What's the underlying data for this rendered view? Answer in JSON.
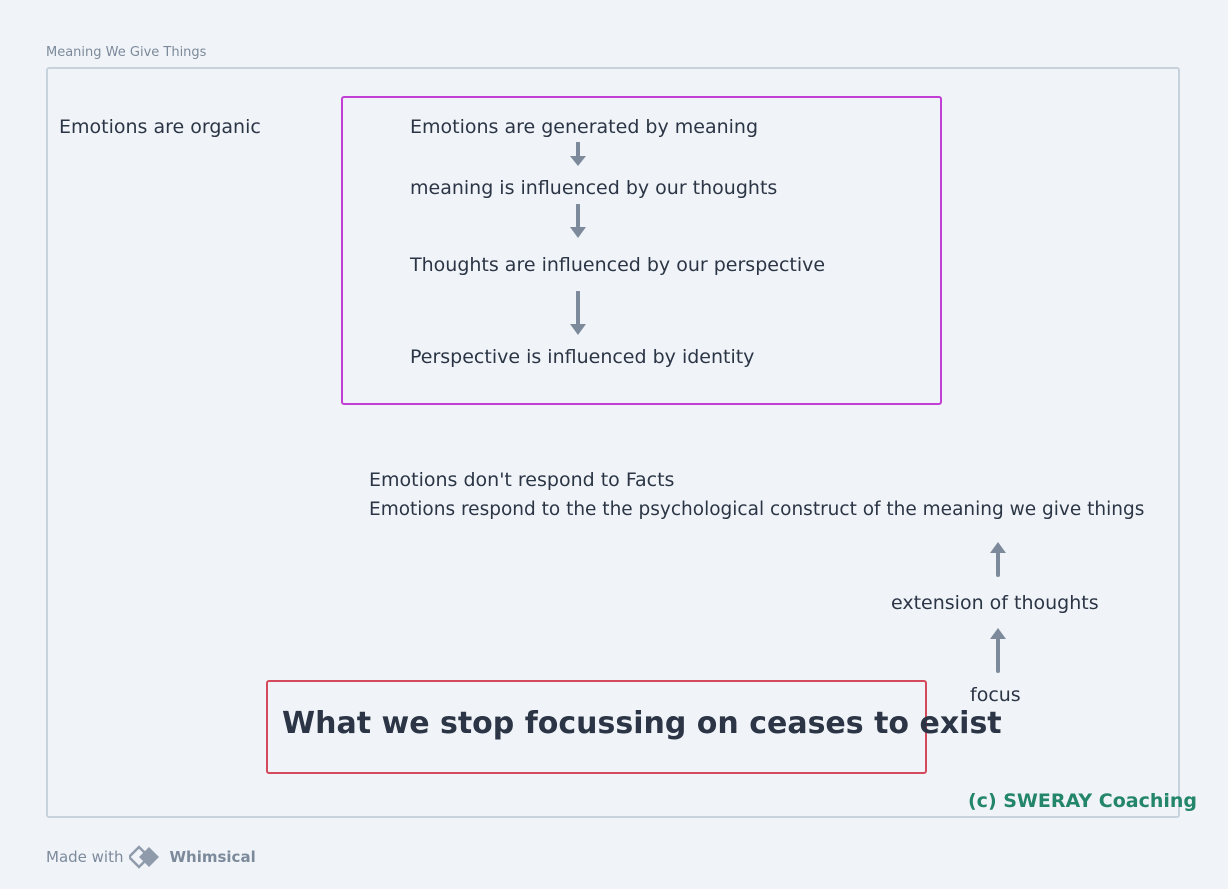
{
  "board": {
    "title": "Meaning We Give Things"
  },
  "diagram": {
    "side_label": "Emotions are organic",
    "chain": [
      "Emotions are generated by meaning",
      "meaning is influenced by our thoughts",
      "Thoughts are influenced by our perspective",
      "Perspective is influenced by identity"
    ],
    "facts_line_1": "Emotions don't respond to Facts",
    "facts_line_2": "Emotions respond to the the psychological construct of the meaning we give things",
    "upward_chain": [
      "extension of thoughts",
      "focus"
    ],
    "headline": "What we stop focussing on ceases to exist",
    "copyright": "(c) SWERAY Coaching"
  },
  "footer": {
    "made_with": "Made with",
    "brand": "Whimsical"
  },
  "colors": {
    "background": "#f0f4f8",
    "frame_border": "#c7d2dd",
    "purple_box": "#c23fd6",
    "red_box": "#d44a5c",
    "arrow": "#7c8a9b",
    "copyright": "#23856a"
  }
}
